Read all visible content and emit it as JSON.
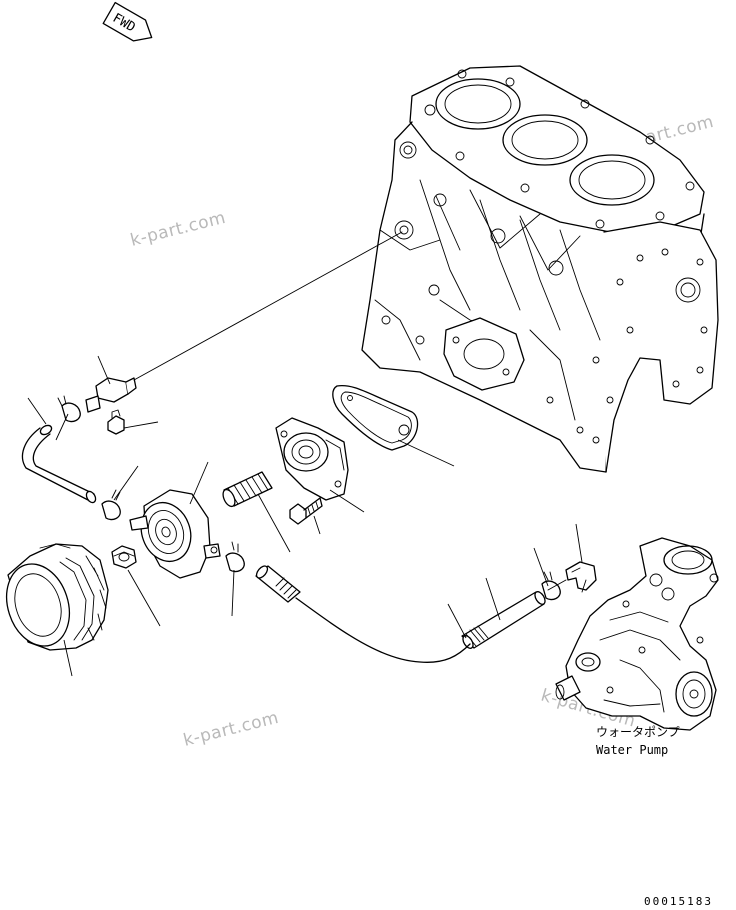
{
  "fwd_marker": {
    "label": "FWD"
  },
  "watermarks": [
    "k-part.com",
    "k-part.com",
    "k-part.com",
    "k-part.com"
  ],
  "water_pump_caption": {
    "japanese": "ウォータポンプ",
    "english": "Water Pump"
  },
  "document_number": "00015183",
  "parts": [
    "cylinder-block",
    "gasket",
    "oil-cooler-cover",
    "cover-bolt",
    "spring",
    "oil-cooler",
    "nut",
    "oil-filter",
    "connector-fitting",
    "plug",
    "hose-left",
    "hose-clamp",
    "water-pipe",
    "pipe-hose",
    "elbow-fitting",
    "water-pump"
  ]
}
